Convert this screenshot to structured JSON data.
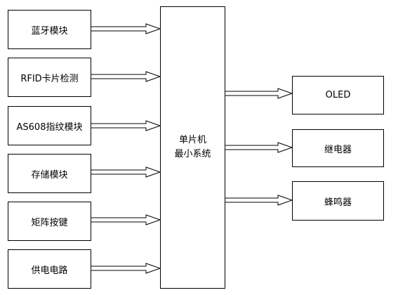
{
  "inputs": [
    {
      "label": "蓝牙模块"
    },
    {
      "label": "RFID卡片检测"
    },
    {
      "label": "AS608指纹模块"
    },
    {
      "label": "存储模块"
    },
    {
      "label": "矩阵按键"
    },
    {
      "label": "供电电路"
    }
  ],
  "center": {
    "line1": "单片机",
    "line2": "最小系统"
  },
  "outputs": [
    {
      "label": "OLED"
    },
    {
      "label": "继电器"
    },
    {
      "label": "蜂鸣器"
    }
  ]
}
